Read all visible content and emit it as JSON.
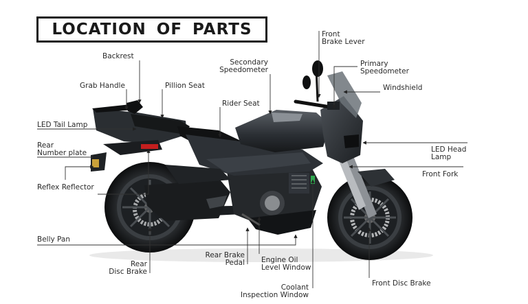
{
  "title": "LOCATION OF PARTS",
  "labels": {
    "backrest": "Backrest",
    "grab_handle": "Grab Handle",
    "pillion_seat": "Pillion Seat",
    "rider_seat": "Rider Seat",
    "secondary_speedometer": [
      "Secondary",
      "Speedometer"
    ],
    "front_brake_lever": [
      "Front",
      "Brake Lever"
    ],
    "primary_speedometer": [
      "Primary",
      "Speedometer"
    ],
    "windshield": "Windshield",
    "led_tail_lamp": "LED Tail Lamp",
    "rear_number_plate": [
      "Rear",
      "Number plate"
    ],
    "reflex_reflector": "Reflex Reflector",
    "led_head_lamp": [
      "LED Head",
      "Lamp"
    ],
    "front_fork": "Front Fork",
    "belly_pan": "Belly Pan",
    "rear_disc_brake": [
      "Rear",
      "Disc Brake"
    ],
    "rear_brake_pedal": [
      "Rear Brake",
      "Pedal"
    ],
    "engine_oil_level_window": [
      "Engine Oil",
      "Level Window"
    ],
    "coolant_inspection_window": [
      "Coolant",
      "Inspection Window"
    ],
    "front_disc_brake": "Front Disc Brake"
  },
  "colors": {
    "bike_body": "#2b2f33",
    "bike_dark": "#151719",
    "leader_line": "#333333",
    "accent_red": "#c41e1e"
  }
}
